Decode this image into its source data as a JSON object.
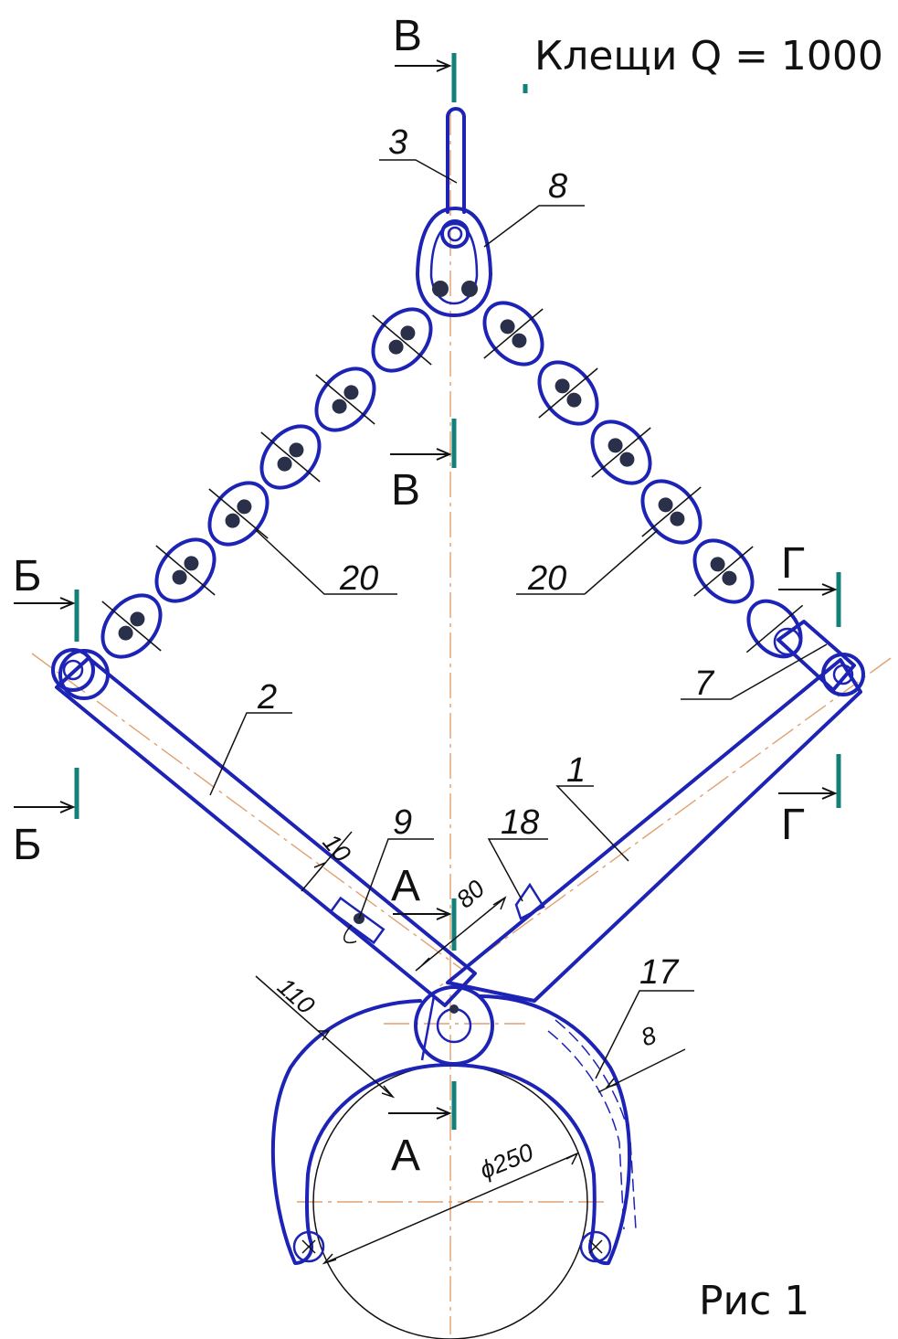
{
  "title": "Клещи Q = 1000 кгс",
  "figure_label": "Рис 1",
  "section_marks": {
    "a": "А",
    "b": "Б",
    "v": "В",
    "g": "Г"
  },
  "part_numbers": {
    "bow": "3",
    "shackle": "8",
    "chain_left": "20",
    "chain_right": "20",
    "lever_left": "2",
    "link": "7",
    "lever_right": "1",
    "pin": "9",
    "stop": "18",
    "spring": "17"
  },
  "dimensions": {
    "d10": "10",
    "d80": "80",
    "d110": "110",
    "d8": "8",
    "d250": "ϕ250"
  },
  "colors": {
    "line": "#1c23b5",
    "section_mark": "#14807a",
    "axis": "#e0a070"
  }
}
